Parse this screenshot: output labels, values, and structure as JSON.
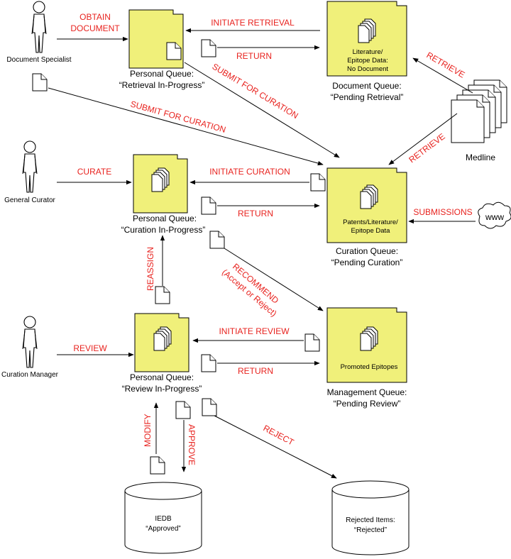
{
  "actors": {
    "document_specialist": "Document Specialist",
    "general_curator": "General Curator",
    "curation_manager": "Curation Manager"
  },
  "queues": {
    "retrieval": {
      "line1": "Personal Queue:",
      "line2": "“Retrieval In-Progress”"
    },
    "document": {
      "line1": "Document Queue:",
      "line2": "“Pending Retrieval”",
      "content": [
        "Literature/",
        "Epitope Data:",
        "No Document"
      ]
    },
    "curation_personal": {
      "line1": "Personal Queue:",
      "line2": "“Curation In-Progress”"
    },
    "curation": {
      "line1": "Curation Queue:",
      "line2": "“Pending Curation”",
      "content": [
        "Patents/Literature/",
        "Epitope Data"
      ]
    },
    "review_personal": {
      "line1": "Personal Queue:",
      "line2": "“Review In-Progress”"
    },
    "management": {
      "line1": "Management Queue:",
      "line2": "“Pending Review”",
      "content": [
        "Promoted Epitopes"
      ]
    }
  },
  "sources": {
    "medline": "Medline",
    "www": "www"
  },
  "databases": {
    "iedb": {
      "line1": "IEDB",
      "line2": "“Approved”"
    },
    "rejected": {
      "line1": "Rejected Items:",
      "line2": "“Rejected”"
    }
  },
  "edges": {
    "obtain_document_1": "OBTAIN",
    "obtain_document_2": "DOCUMENT",
    "initiate_retrieval": "INITIATE RETRIEVAL",
    "return_1": "RETURN",
    "retrieve_1": "RETRIEVE",
    "submit_curation_1": "SUBMIT FOR CURATION",
    "submit_curation_2": "SUBMIT FOR CURATION",
    "retrieve_2": "RETRIEVE",
    "curate": "CURATE",
    "initiate_curation": "INITIATE CURATION",
    "return_2": "RETURN",
    "submissions": "SUBMISSIONS",
    "reassign": "REASSIGN",
    "recommend_1": "RECOMMEND",
    "recommend_2": "(Accept or Reject)",
    "review": "REVIEW",
    "initiate_review": "INITIATE REVIEW",
    "return_3": "RETURN",
    "modify": "MODIFY",
    "approve": "APPROVE",
    "reject": "REJECT"
  },
  "colors": {
    "folder": "#f0f07a",
    "label_red": "#e8231f"
  }
}
